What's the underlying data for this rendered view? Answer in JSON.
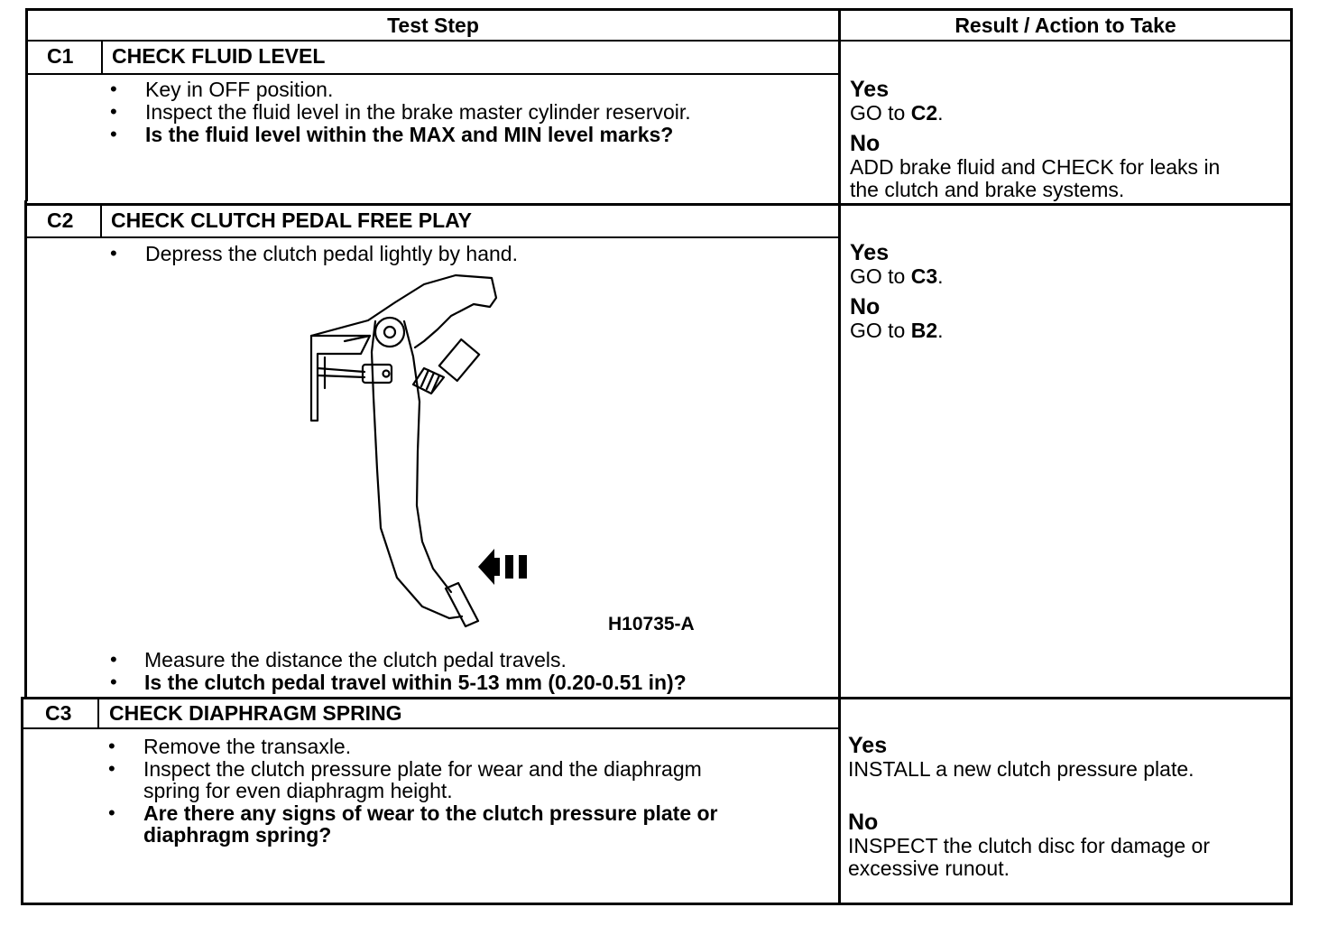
{
  "header": {
    "test_step": "Test Step",
    "result_action": "Result / Action to Take"
  },
  "steps": [
    {
      "id": "C1",
      "title": "CHECK FLUID LEVEL",
      "bullets": [
        "Key in OFF position.",
        "Inspect the fluid level in the brake master cylinder reservoir.",
        "Is the fluid level within the MAX and MIN level marks?"
      ],
      "yes_label": "Yes",
      "yes_prefix": "GO to ",
      "yes_ref": "C2",
      "yes_suffix": ".",
      "no_label": "No",
      "no_lines": [
        "ADD brake fluid and CHECK for leaks in",
        "the clutch and brake systems."
      ]
    },
    {
      "id": "C2",
      "title": "CHECK CLUTCH PEDAL FREE PLAY",
      "bullets": [
        "Depress the clutch pedal lightly by hand.",
        "Measure the distance the clutch pedal travels.",
        "Is the clutch pedal travel within 5-13 mm (0.20-0.51 in)?"
      ],
      "figure_code": "H10735-A",
      "yes_label": "Yes",
      "yes_prefix": "GO to ",
      "yes_ref": "C3",
      "yes_suffix": ".",
      "no_label": "No",
      "no_prefix": "GO to ",
      "no_ref": "B2",
      "no_suffix": "."
    },
    {
      "id": "C3",
      "title": "CHECK DIAPHRAGM SPRING",
      "bullets": [
        "Remove the transaxle.",
        "Inspect the clutch pressure plate for wear and the diaphragm",
        "spring for even diaphragm height.",
        "Are there any signs of wear to the clutch pressure plate or",
        "diaphragm spring?"
      ],
      "yes_label": "Yes",
      "yes_text": "INSTALL a new clutch pressure plate.",
      "no_label": "No",
      "no_lines": [
        "INSPECT the clutch disc for damage or",
        "excessive runout."
      ]
    }
  ]
}
